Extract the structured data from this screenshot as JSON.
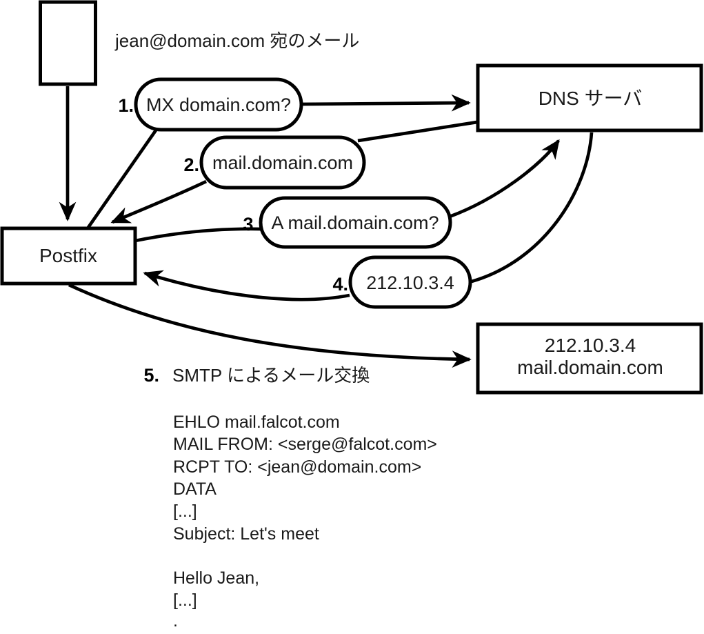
{
  "mail_note": "jean@domain.com 宛のメール",
  "nodes": {
    "postfix": "Postfix",
    "dns_server": "DNS サーバ",
    "mail_server_line1": "212.10.3.4",
    "mail_server_line2": "mail.domain.com"
  },
  "steps": [
    {
      "num": "1.",
      "label": "MX domain.com?"
    },
    {
      "num": "2.",
      "label": "mail.domain.com"
    },
    {
      "num": "3.",
      "label": "A mail.domain.com?"
    },
    {
      "num": "4.",
      "label": "212.10.3.4"
    },
    {
      "num": "5.",
      "label": "SMTP によるメール交換"
    }
  ],
  "smtp": {
    "lines": [
      "EHLO mail.falcot.com",
      "MAIL FROM: <serge@falcot.com>",
      "RCPT TO: <jean@domain.com>",
      "DATA",
      "[...]",
      "Subject: Let's meet",
      "",
      "Hello Jean,",
      "[...]",
      "."
    ]
  },
  "colors": {
    "line": "#000000",
    "text": "#1a1a1a",
    "background": "#ffffff"
  }
}
